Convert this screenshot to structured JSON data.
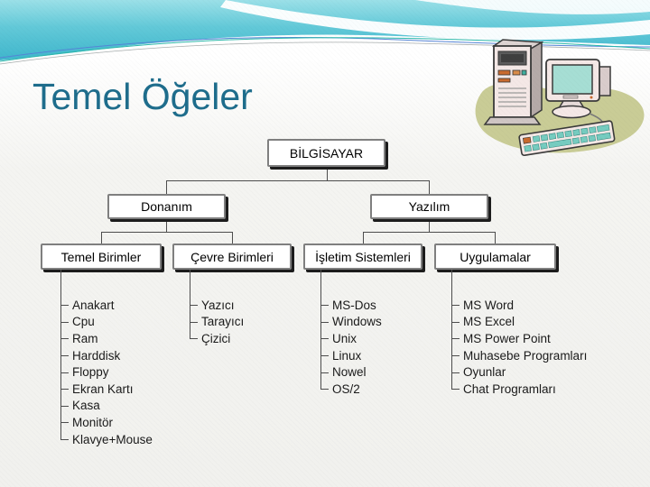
{
  "slide": {
    "title": "Temel Öğeler"
  },
  "tree": {
    "root": {
      "label": "BİLGİSAYAR"
    },
    "level2": [
      {
        "label": "Donanım"
      },
      {
        "label": "Yazılım"
      }
    ],
    "level3": [
      {
        "label": "Temel Birimler",
        "items": [
          "Anakart",
          "Cpu",
          "Ram",
          "Harddisk",
          "Floppy",
          "Ekran Kartı",
          "Kasa",
          "Monitör",
          "Klavye+Mouse"
        ]
      },
      {
        "label": "Çevre Birimleri",
        "items": [
          "Yazıcı",
          "Tarayıcı",
          "Çizici"
        ]
      },
      {
        "label": "İşletim Sistemleri",
        "items": [
          "MS-Dos",
          "Windows",
          "Unix",
          "Linux",
          "Nowel",
          "OS/2"
        ]
      },
      {
        "label": "Uygulamalar",
        "items": [
          "MS Word",
          "MS Excel",
          "MS Power Point",
          "Muhasebe Programları",
          "Oyunlar",
          "Chat Programları"
        ]
      }
    ]
  },
  "icons": {
    "illustration": "desktop-computer-clipart"
  },
  "colors": {
    "title_text": "#1e6d8c",
    "header_teal_light": "#8edce4",
    "header_teal_dark": "#3fb6cc",
    "node_border": "#7f7f7f",
    "node_shadow": "#1c1c1c",
    "connector": "#4d4d4d",
    "background": "#f1f1ee",
    "clipart_screen": "#a6ded4",
    "clipart_blob": "#c9cc96"
  }
}
